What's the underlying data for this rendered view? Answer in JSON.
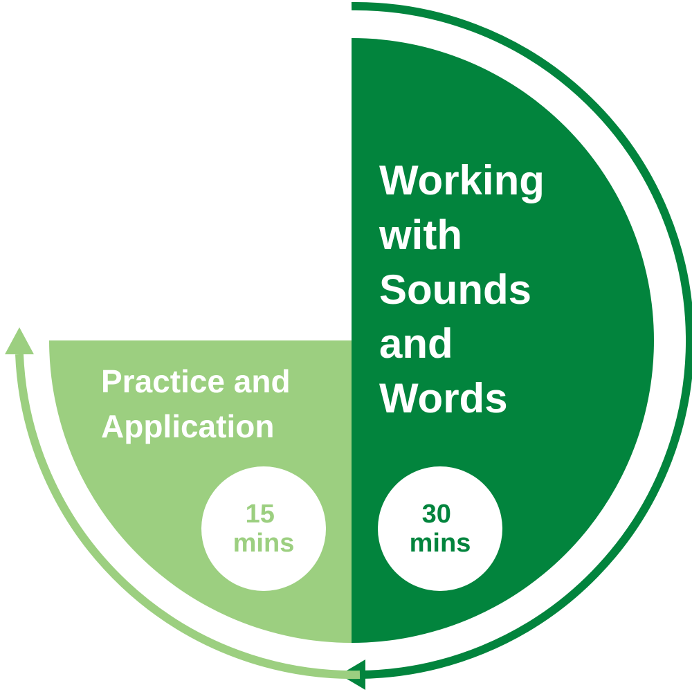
{
  "colors": {
    "dark_green": "#02843D",
    "light_green": "#9CCF80",
    "white": "#FFFFFF"
  },
  "segments": [
    {
      "id": "working",
      "title_lines": [
        "Working",
        "with",
        "Sounds",
        "and",
        "Words"
      ],
      "duration_value": "30",
      "duration_unit": "mins",
      "minutes": 30
    },
    {
      "id": "practice",
      "title_lines": [
        "Practice and",
        "Application"
      ],
      "duration_value": "15",
      "duration_unit": "mins",
      "minutes": 15
    }
  ],
  "icons": {
    "cycle": "circular-arrow-icon"
  }
}
